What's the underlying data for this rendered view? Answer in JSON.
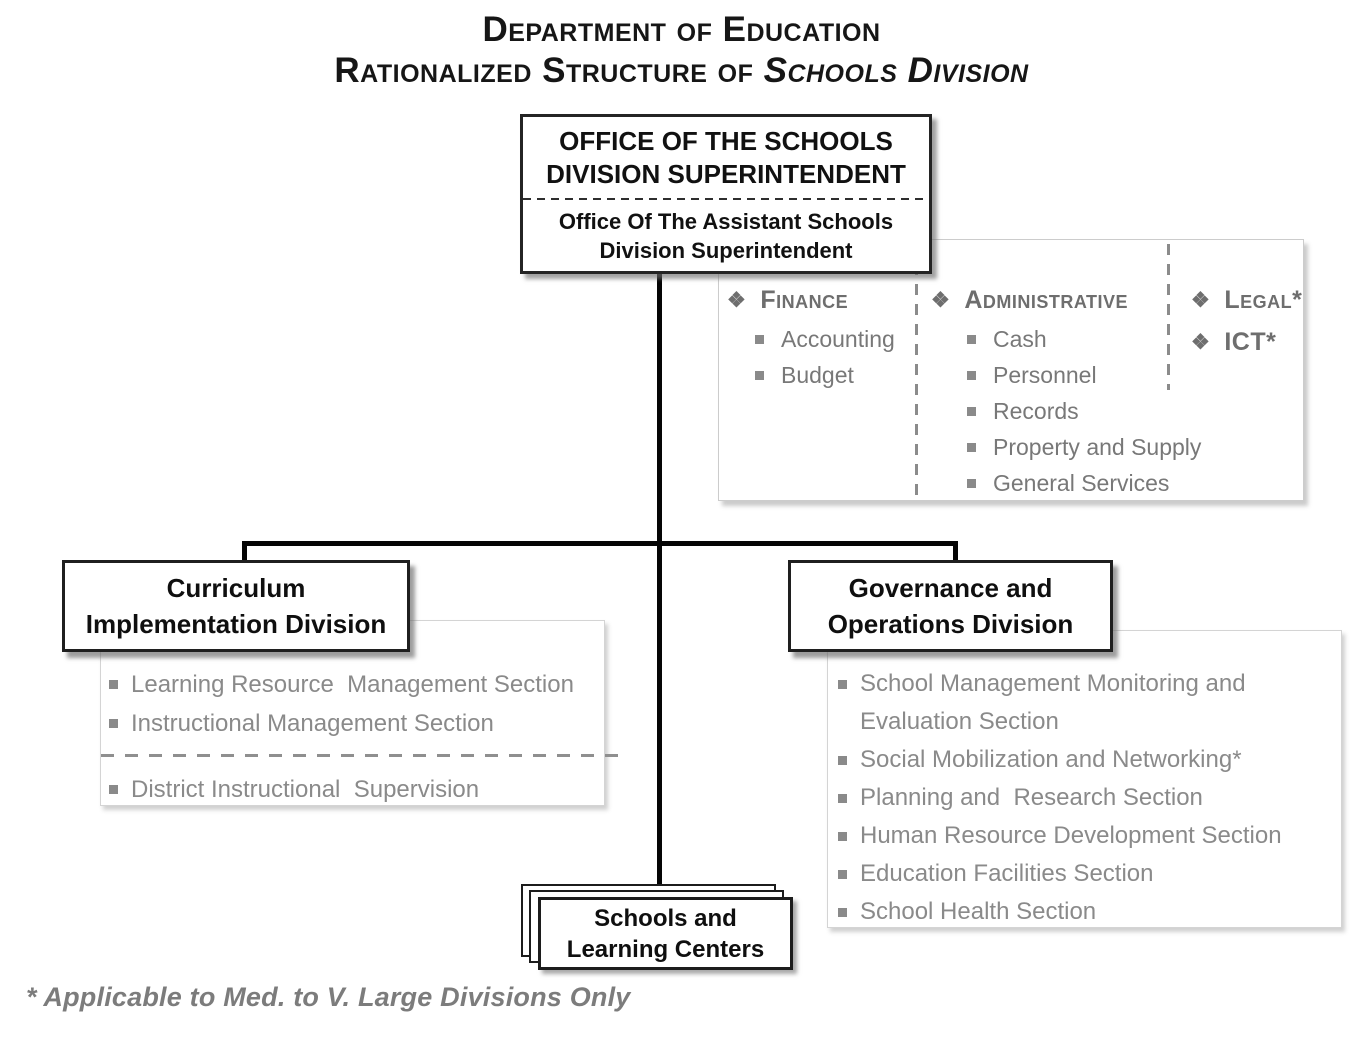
{
  "icons": {
    "diamond_bullet": "❖",
    "square_bullet": "▪"
  },
  "title": {
    "line1": "Department of Education",
    "line2_text": "Rationalized Structure of ",
    "line2_italic": "Schools Division"
  },
  "superintendent": {
    "title": "OFFICE OF THE SCHOOLS DIVISION SUPERINTENDENT",
    "subtitle": "Office Of The Assistant Schools Division Superintendent"
  },
  "staff_panel": {
    "finance": {
      "header": "Finance",
      "items": [
        "Accounting",
        "Budget"
      ]
    },
    "administrative": {
      "header": "Administrative",
      "items": [
        "Cash",
        "Personnel",
        "Records",
        "Property and Supply",
        "General Services"
      ]
    },
    "special": {
      "items": [
        "Legal*",
        "ICT*"
      ]
    }
  },
  "curriculum": {
    "title": "Curriculum Implementation Division",
    "sections": [
      "Learning Resource  Management Section",
      "Instructional Management Section"
    ],
    "below_divider": [
      "District Instructional  Supervision"
    ]
  },
  "governance": {
    "title": "Governance and Operations Division",
    "sections": [
      "School Management Monitoring and Evaluation Section",
      "Social Mobilization and Networking*",
      "Planning and  Research Section",
      "Human Resource Development Section",
      "Education Facilities Section",
      "School Health Section"
    ]
  },
  "schools": {
    "title": "Schools and Learning Centers"
  },
  "footnote": "* Applicable to Med. to V. Large Divisions Only",
  "colors": {
    "text_black": "#1c1c1c",
    "text_gray": "#8a8a8a",
    "header_gray": "#6e6e6e",
    "line_black": "#050505",
    "panel_border": "#cccccc",
    "dash_gray": "#8b8b8b"
  }
}
